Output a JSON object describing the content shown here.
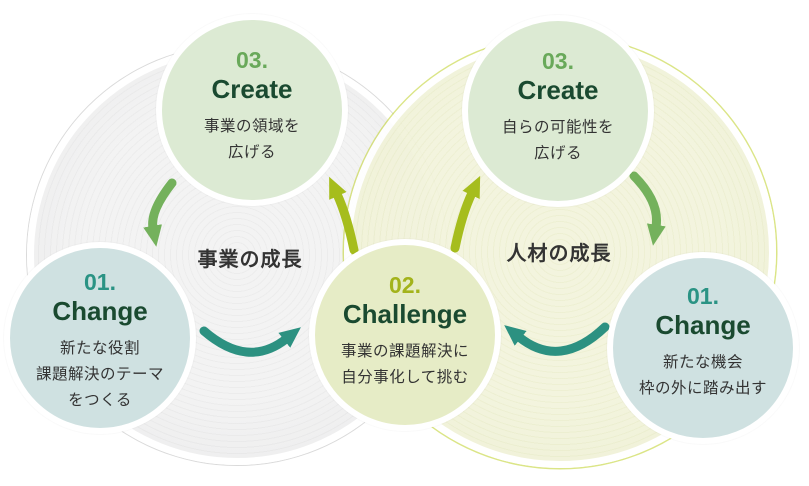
{
  "cycles": {
    "business": {
      "label": "事業の成長",
      "steps": {
        "change": {
          "number": "01.",
          "name": "Change",
          "lines": [
            "新たな役割",
            "課題解決のテーマ",
            "をつくる"
          ]
        },
        "create": {
          "number": "03.",
          "name": "Create",
          "lines": [
            "事業の領域を",
            "広げる"
          ]
        }
      }
    },
    "talent": {
      "label": "人材の成長",
      "steps": {
        "change": {
          "number": "01.",
          "name": "Change",
          "lines": [
            "新たな機会",
            "枠の外に踏み出す"
          ]
        },
        "create": {
          "number": "03.",
          "name": "Create",
          "lines": [
            "自らの可能性を",
            "広げる"
          ]
        }
      }
    }
  },
  "shared": {
    "challenge": {
      "number": "02.",
      "name": "Challenge",
      "lines": [
        "事業の課題解決に",
        "自分事化して挑む"
      ]
    }
  },
  "colors": {
    "arrow_green": "#74b15c",
    "arrow_teal": "#2c9181",
    "arrow_lime": "#a6bd1d",
    "number_create": "#69a95a",
    "number_change": "#2a9384",
    "number_challenge": "#a3b31b",
    "step_name_text": "#1a4a30",
    "body_text": "#333333",
    "circle_create_bg": "#dcead3",
    "circle_change_bg": "#cfe1e1",
    "circle_challenge_bg": "#e6ecc6",
    "cycle_business_bg": "#ededee",
    "cycle_talent_bg": "#f1f3da"
  }
}
